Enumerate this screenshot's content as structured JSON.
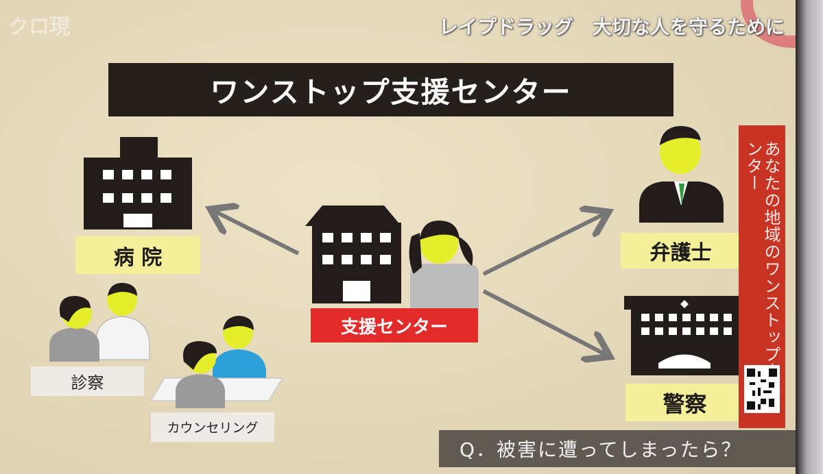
{
  "broadcast": {
    "logo": "クロ現",
    "topic": "レイプドラッグ　大切な人を守るために",
    "caption": "Q．被害に遭ってしまったら？"
  },
  "diagram": {
    "title": "ワンストップ支援センター",
    "center_label": "支援センター",
    "hospital_label": "病 院",
    "lawyer_label": "弁護士",
    "police_label": "警察",
    "exam_label": "診察",
    "counseling_label": "カウンセリング"
  },
  "banner": {
    "text": "あなたの地域のワンストップ支援センター",
    "qr_icon": "qr-code-icon"
  },
  "colors": {
    "accent_red": "#e22b2b",
    "banner_red": "#c73424",
    "label_yellow": "#f4f09a",
    "title_bg": "#26201d"
  }
}
